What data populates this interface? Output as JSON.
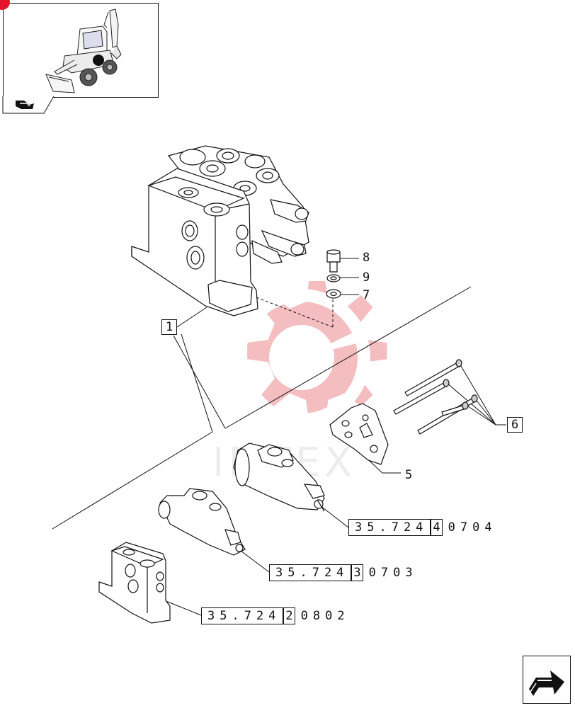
{
  "callouts": {
    "item_1": "1",
    "item_5": "5",
    "item_6": "6",
    "item_7": "7",
    "item_8": "8",
    "item_9": "9"
  },
  "references": [
    {
      "prefix": "35.724",
      "highlight": "4",
      "suffix": "0704"
    },
    {
      "prefix": "35.724",
      "highlight": "3",
      "suffix": "0703"
    },
    {
      "prefix": "35.724",
      "highlight": "2",
      "suffix": "0802"
    }
  ],
  "watermark": "IMTEX",
  "colors": {
    "watermark": "#f3b3b6",
    "badge": "#e4152b",
    "line": "#111111"
  },
  "icons": {
    "thumbnail": "backhoe-loader-thumbnail",
    "section": "section-arrow-icon",
    "next": "next-page-arrow-icon"
  }
}
